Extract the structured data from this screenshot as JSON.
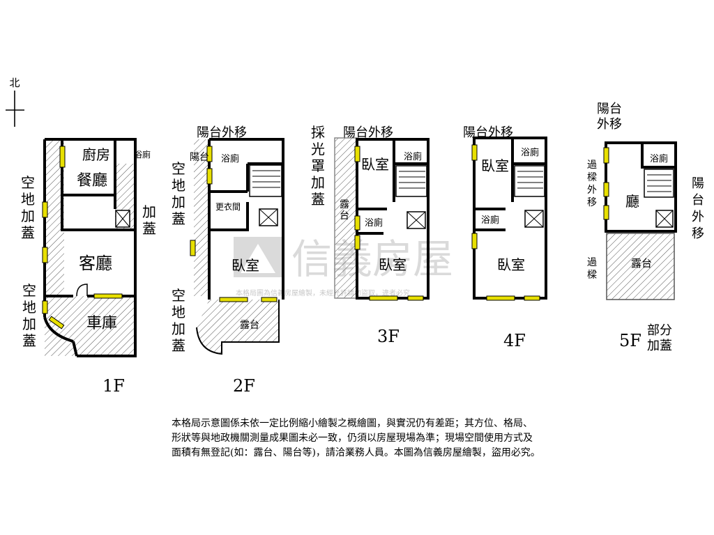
{
  "compass": {
    "north": "北"
  },
  "watermark": {
    "brand": "信義房屋",
    "small": "本格局圖為信義房屋繪製，未經允許請勿盜取，違者必究"
  },
  "colors": {
    "wall": "#000000",
    "window": "#e8e000",
    "hatch": "#555555",
    "watermark": "#bdbdbd"
  },
  "floors": [
    {
      "label": "1F",
      "rooms": {
        "kitchen": "廚房",
        "dining": "餐廳",
        "bath": "浴廁",
        "living": "客廳",
        "garage": "車庫"
      },
      "notes": {
        "yard_top": "空地加蓋",
        "yard_bottom": "空地加蓋",
        "right_add": "加蓋"
      }
    },
    {
      "label": "2F",
      "rooms": {
        "balcony": "陽台",
        "bath": "浴廁",
        "closet": "更衣間",
        "bedroom": "臥室",
        "terrace": "露台"
      },
      "notes": {
        "balcony_moved": "陽台外移",
        "yard_left": "空地加蓋",
        "yard_bottom": "空地加蓋"
      }
    },
    {
      "label": "3F",
      "rooms": {
        "bedroom_top": "臥室",
        "bath_top": "浴廁",
        "bath_mid": "浴廁",
        "terrace": "露台",
        "bedroom_bottom": "臥室"
      },
      "notes": {
        "balcony_moved": "陽台外移",
        "skylight": "採光罩加蓋"
      }
    },
    {
      "label": "4F",
      "rooms": {
        "bedroom_top": "臥室",
        "bath_top": "浴廁",
        "bath_mid": "浴廁",
        "bedroom_bottom": "臥室"
      },
      "notes": {
        "balcony_moved": "陽台外移"
      }
    },
    {
      "label": "5F",
      "rooms": {
        "bath": "浴廁",
        "hall": "廳",
        "terrace": "露台"
      },
      "notes": {
        "balcony_top": "陽台外移",
        "balcony_right": "陽台外移",
        "beam_top": "過樑外移",
        "beam_bottom": "過樑",
        "partial": "部分加蓋"
      }
    }
  ],
  "disclaimer": [
    "本格局示意圖係未依一定比例縮小繪製之概繪圖，與實況仍有差距；其方位、格局、",
    "形狀等與地政機關測量成果圖未必一致，仍須以房屋現場為準；現場空間使用方式及",
    "面積有無登記(如：露台、陽台等)，請洽業務人員。本圖為信義房屋繪製，盜用必究。"
  ]
}
